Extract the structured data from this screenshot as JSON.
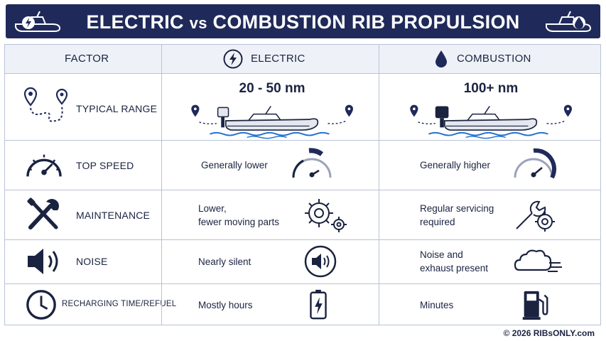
{
  "title": {
    "main": "ELECTRIC",
    "vs": "vs",
    "rest": "COMBUSTION RIB PROPULSION"
  },
  "header": {
    "factor": "FACTOR",
    "electric": "ELECTRIC",
    "combustion": "COMBUSTION"
  },
  "rows": {
    "range": {
      "label": "TYPICAL RANGE",
      "electric": "20 - 50 nm",
      "combustion": "100+ nm"
    },
    "speed": {
      "label": "TOP SPEED",
      "electric": "Generally lower",
      "combustion": "Generally higher"
    },
    "maintenance": {
      "label": "MAINTENANCE",
      "electric_1": "Lower,",
      "electric_2": "fewer moving parts",
      "combustion_1": "Regular servicing",
      "combustion_2": "required"
    },
    "noise": {
      "label": "NOISE",
      "electric": "Nearly silent",
      "combustion_1": "Noise and",
      "combustion_2": "exhaust present"
    },
    "recharge": {
      "label": "RECHARGING TIME/REFUEL",
      "electric": "Mostly hours",
      "combustion": "Minutes"
    }
  },
  "footer": "© 2026 RIBsONLY.com",
  "colors": {
    "navy": "#1f2a5a",
    "electric_accent": "#1f6fd1",
    "grid": "#b9c2d6"
  }
}
